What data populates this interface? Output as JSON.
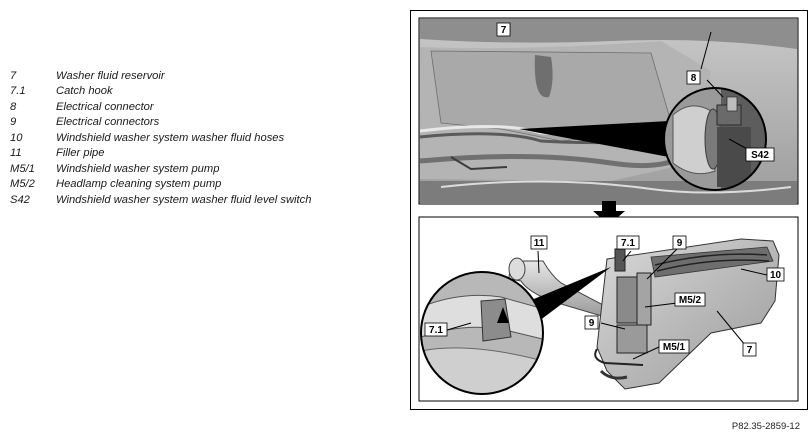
{
  "legend": {
    "items": [
      {
        "code": "7",
        "description": "Washer fluid reservoir"
      },
      {
        "code": "7.1",
        "description": "Catch hook"
      },
      {
        "code": "8",
        "description": "Electrical connector"
      },
      {
        "code": "9",
        "description": "Electrical connectors"
      },
      {
        "code": "10",
        "description": "Windshield washer system washer fluid hoses"
      },
      {
        "code": "11",
        "description": "Filler pipe"
      },
      {
        "code": "M5/1",
        "description": "Windshield washer system pump"
      },
      {
        "code": "M5/2",
        "description": "Headlamp cleaning system pump"
      },
      {
        "code": "S42",
        "description": "Windshield washer system washer fluid level switch"
      }
    ]
  },
  "figure": {
    "figure_id": "P82.35-2859-12",
    "top_panel": {
      "callouts": {
        "reservoir": "7",
        "connector": "8",
        "level_switch": "S42"
      }
    },
    "bottom_panel": {
      "callouts": {
        "filler_pipe": "11",
        "catch_hook": "7.1",
        "catch_hook_detail": "7.1",
        "connector_top": "9",
        "connector_lower": "9",
        "hoses": "10",
        "headlamp_pump": "M5/2",
        "washer_pump": "M5/1",
        "reservoir": "7"
      }
    }
  }
}
